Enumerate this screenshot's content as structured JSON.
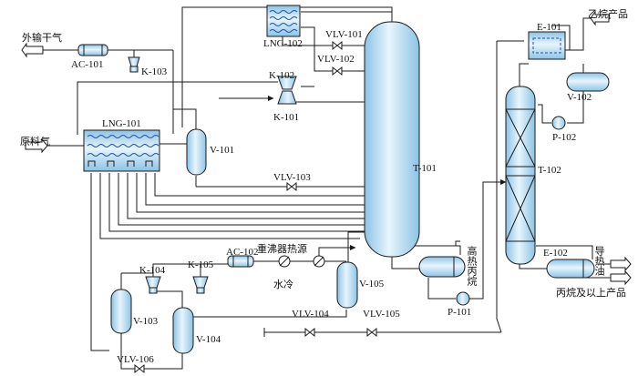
{
  "streams": {
    "feed_gas": "原料气",
    "export_dry_gas": "外输干气",
    "ethane_product": "乙烷产品",
    "propane_plus": "丙烷及以上产品",
    "reboiler_heat": "重沸器热源",
    "water_cooling": "水冷",
    "hot_propane": "高热丙烷",
    "heat_oil": "导热油"
  },
  "equipment": {
    "ac101": "AC-101",
    "k103": "K-103",
    "lng102": "LNG-102",
    "vlv101": "VLV-101",
    "vlv102": "VLV-102",
    "k102": "K-102",
    "k101": "K-101",
    "lng101": "LNG-101",
    "v101": "V-101",
    "vlv103": "VLV-103",
    "t101": "T-101",
    "e101": "E-101",
    "v102": "V-102",
    "p102": "P-102",
    "t102": "T-102",
    "e102": "E-102",
    "p101": "P-101",
    "k104": "K-104",
    "k105": "K-105",
    "ac102": "AC-102",
    "v103": "V-103",
    "v104": "V-104",
    "v105": "V-105",
    "vlv104": "VLV-104",
    "vlv105": "VLV-105",
    "vlv106": "VLV-106"
  },
  "colors": {
    "vessel_fill": "#bfe1f4",
    "vessel_dark": "#8cc3e6",
    "line": "#1a1a1a",
    "hx_dash": "#1f4fa8"
  }
}
